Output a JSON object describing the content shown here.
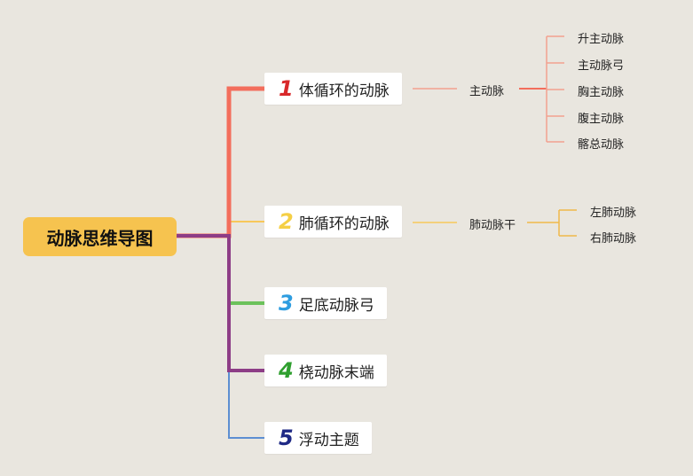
{
  "root": {
    "label": "动脉思维导图"
  },
  "colors": {
    "topic1": "#f36e5c",
    "topic2": "#f7c85a",
    "topic3": "#6cc25b",
    "topic4": "#8d3d86",
    "topic5": "#5d8fd2",
    "num1": "#d8282a",
    "num2": "#f5cf45",
    "num3": "#2e9de0",
    "num4": "#2f9f2f",
    "num5": "#1f2a86"
  },
  "topics": [
    {
      "num": "1",
      "label": "体循环的动脉",
      "child": "主动脉",
      "leaves": [
        "升主动脉",
        "主动脉弓",
        "胸主动脉",
        "腹主动脉",
        "髂总动脉"
      ]
    },
    {
      "num": "2",
      "label": "肺循环的动脉",
      "child": "肺动脉干",
      "leaves": [
        "左肺动脉",
        "右肺动脉"
      ]
    },
    {
      "num": "3",
      "label": "足底动脉弓"
    },
    {
      "num": "4",
      "label": "桡动脉末端"
    },
    {
      "num": "5",
      "label": "浮动主题"
    }
  ]
}
